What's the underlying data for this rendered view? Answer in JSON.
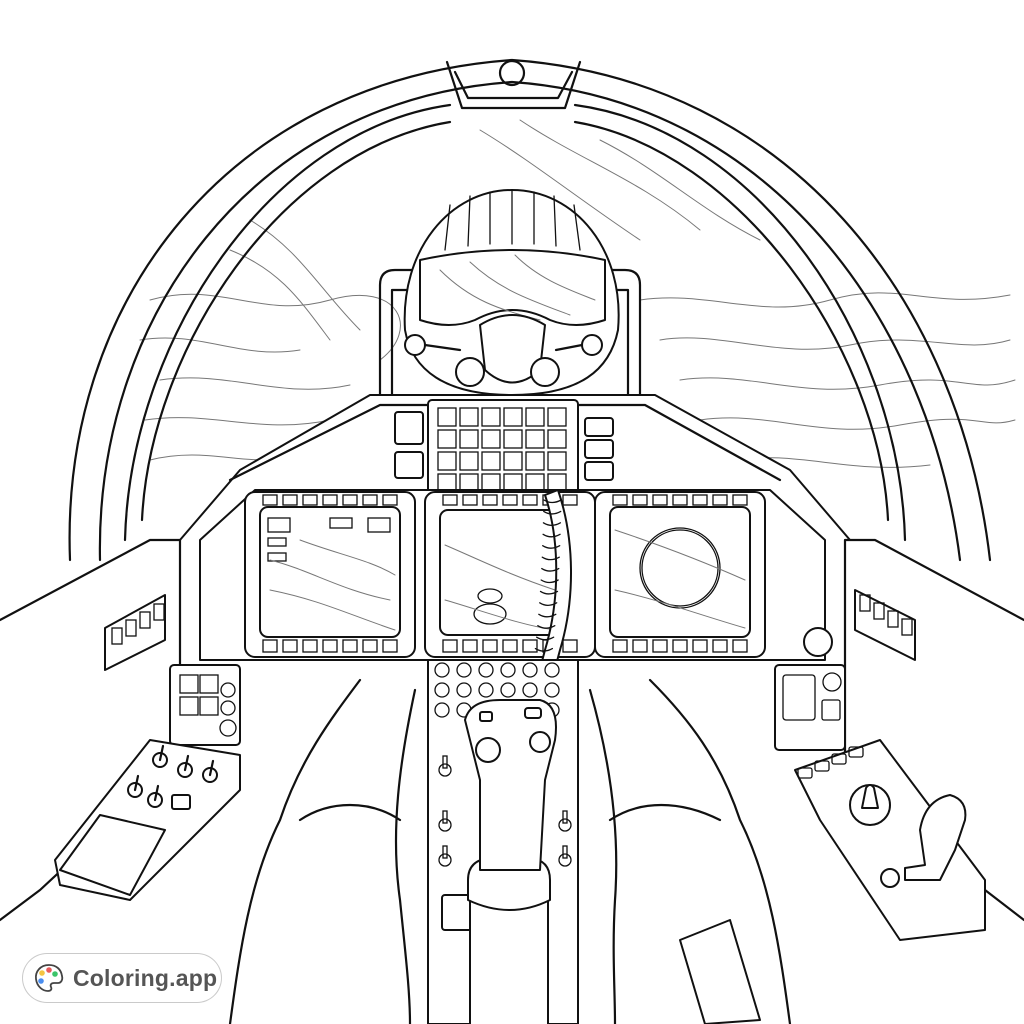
{
  "image": {
    "kind": "coloring-page",
    "subject": "Fighter jet cockpit with pilot, viewed from behind the control stick",
    "style": "black line art on white"
  },
  "watermark": {
    "brand_label": "Coloring.app",
    "icon": "palette-icon",
    "palette_dot_colors": [
      "#f4c542",
      "#e85a5a",
      "#4a8ef0",
      "#3cc46a"
    ]
  },
  "scene": {
    "canopy": {
      "description": "double-framed bubble canopy arch with top latch"
    },
    "pilot": {
      "description": "helmet with ribbed top, visor, oxygen mask and hoses"
    },
    "displays": [
      {
        "id": "left-mfd",
        "content": "cloud reflections with rectangular readouts"
      },
      {
        "id": "center-mfd",
        "content": "reflections and small markers"
      },
      {
        "id": "right-mfd",
        "content": "circular radar scope"
      }
    ],
    "keypad_grid": {
      "rows": 4,
      "cols": 6
    },
    "control_stick": {
      "description": "center flight stick with grip buttons"
    },
    "side_consoles": [
      "left switch console with toggles and keypad",
      "right throttle console with knob and lever"
    ]
  }
}
